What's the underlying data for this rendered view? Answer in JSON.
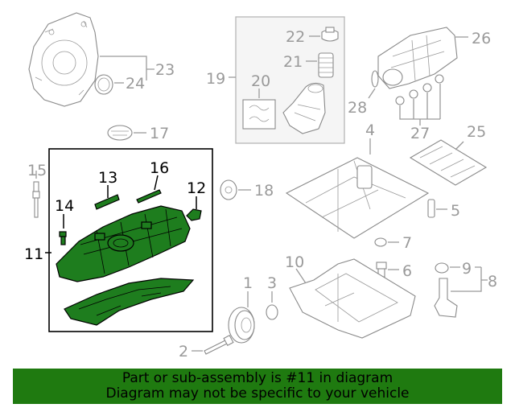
{
  "callouts": {
    "c1": "1",
    "c2": "2",
    "c3": "3",
    "c4": "4",
    "c5": "5",
    "c6": "6",
    "c7": "7",
    "c8": "8",
    "c9": "9",
    "c10": "10",
    "c11": "11",
    "c12": "12",
    "c13": "13",
    "c14": "14",
    "c15": "15",
    "c16": "16",
    "c17": "17",
    "c18": "18",
    "c19": "19",
    "c20": "20",
    "c21": "21",
    "c22": "22",
    "c23": "23",
    "c24": "24",
    "c25": "25",
    "c26": "26",
    "c27": "27",
    "c28": "28"
  },
  "highlighted_part": "11",
  "colors": {
    "highlight": "#1e7d1e",
    "banner": "#1f7a10",
    "callout": "#9a9a9a"
  },
  "banner": {
    "line1": "Part or sub-assembly is #11 in diagram",
    "line2": "Diagram may not be specific to your vehicle"
  }
}
